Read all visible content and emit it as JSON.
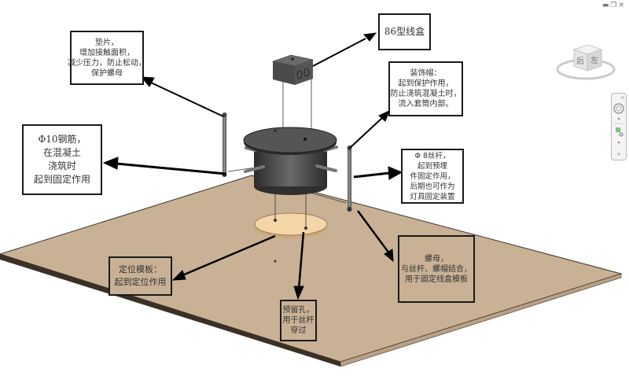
{
  "window": {
    "controls": [
      "minimize",
      "restore",
      "close"
    ]
  },
  "viewcube": {
    "face_left": "后",
    "face_right": "左"
  },
  "navigation_bar": {
    "tools": [
      "steering-wheel",
      "zoom-region"
    ]
  },
  "colors": {
    "plane": "#c9b196",
    "plane_edge": "#3d3226",
    "template_disc": "#f3d5a8",
    "metal_dark": "#3e3e3e",
    "arrow": "#000000"
  },
  "callouts": {
    "washer": {
      "lines": [
        "垫片，",
        "增加接触面积，",
        "减少压力，防止松动，",
        "保护螺母"
      ]
    },
    "junction_box": {
      "lines": [
        "86型线盒"
      ]
    },
    "cap": {
      "lines": [
        "装饰帽：",
        "起到保护作用，",
        "防止浇筑混凝土时，",
        "流入套筒内部。"
      ]
    },
    "rebar": {
      "lines": [
        "Φ10钢筋，",
        "在混凝土",
        "浇筑时",
        "起到固定作用"
      ]
    },
    "threaded_rod": {
      "lines": [
        "Φ 8丝杆，",
        "起到预埋",
        "件固定作用，",
        "后期也可作为",
        "灯具固定装置"
      ]
    },
    "nut": {
      "lines": [
        "螺母，",
        "与丝杆、螺帽结合，",
        "用于固定线盒模板"
      ]
    },
    "positioning_template": {
      "lines": [
        "定位模板：",
        "起到定位作用"
      ]
    },
    "reserved_hole": {
      "lines": [
        "预留孔，",
        "用于丝杆",
        "穿过"
      ]
    }
  }
}
